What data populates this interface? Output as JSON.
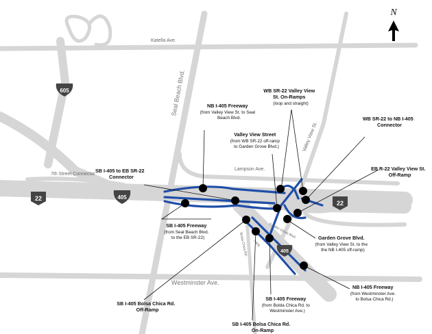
{
  "north_label": "N",
  "streets": {
    "katella": "Katella Ave.",
    "seal_beach": "Seal Beach Blvd.",
    "seventh_street": "7th Street Connector",
    "lampson": "Lampson Ave.",
    "valley_view": "Valley View St.",
    "westminster": "Westminster Ave.",
    "garden_grove": "Garden Grove Blvd.",
    "bolsa_chica": "Bolsa Chica Rd.",
    "i405_road": "I-405"
  },
  "shields": {
    "i605": "605",
    "i405_a": "405",
    "i405_b": "405",
    "sr22_a": "22",
    "sr22_b": "22"
  },
  "callouts": {
    "nb405_seal": {
      "title": [
        "NB I-405 Freeway"
      ],
      "sub": [
        "(from Valley View St. to Seal",
        "Beach Blvd."
      ]
    },
    "valley_view": {
      "title": [
        "Valley View Street"
      ],
      "sub": [
        "(from WB SR-22 off-ramp",
        "to Garden Grove Blvd.)"
      ]
    },
    "wb22_onramps": {
      "title": [
        "WB SR-22 Valley View",
        "St. On-Ramps"
      ],
      "sub": [
        "(loop and straight)"
      ]
    },
    "wb22_405": {
      "title": [
        "WB SR-22 to NB I-405",
        "Connector"
      ],
      "sub": []
    },
    "eb22_offramp": {
      "title": [
        "EB R-22 Valley View St.",
        "Off-Ramp"
      ],
      "sub": []
    },
    "sb405_eb22": {
      "title": [
        "SB I-405 to EB SR-22",
        "Connector"
      ],
      "sub": []
    },
    "sb405_seal": {
      "title": [
        "SB I-405 Freeway"
      ],
      "sub": [
        "(from Seal Beach Blvd.",
        "to the EB SR-22)"
      ]
    },
    "garden_grove": {
      "title": [
        "Garden Grove Blvd."
      ],
      "sub": [
        "(from Valley View St. to the",
        "the NB I-405 off-ramp)"
      ]
    },
    "nb405_westminster": {
      "title": [
        "NB I-405 Freeway"
      ],
      "sub": [
        "(from Westminster Ave.",
        "to Bolsa Chica Rd.)"
      ]
    },
    "sb405_bolsa_off": {
      "title": [
        "SB I-405 Bolsa Chica Rd.",
        "Off-Ramp"
      ],
      "sub": []
    },
    "sb405_bolda": {
      "title": [
        "SB I-405 Freeway"
      ],
      "sub": [
        "(from Bolda Chica Rd. to",
        "Westminster Ave.)"
      ]
    },
    "sb405_bolsa_on": {
      "title": [
        "SB I-405 Bolsa Chica Rd.",
        "On-Ramp"
      ],
      "sub": []
    }
  }
}
